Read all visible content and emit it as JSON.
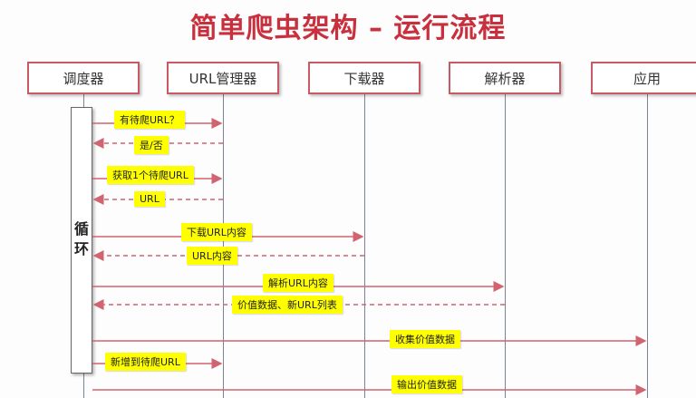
{
  "title": "简单爬虫架构 – 运行流程",
  "actors": [
    "调度器",
    "URL管理器",
    "下载器",
    "解析器",
    "应用"
  ],
  "loop_label": [
    "循",
    "环"
  ],
  "messages": [
    {
      "text": "有待爬URL？",
      "from": 0,
      "to": 1,
      "style": "solid"
    },
    {
      "text": "是/否",
      "from": 1,
      "to": 0,
      "style": "dashed"
    },
    {
      "text": "获取1个待爬URL",
      "from": 0,
      "to": 1,
      "style": "solid"
    },
    {
      "text": "URL",
      "from": 1,
      "to": 0,
      "style": "dashed"
    },
    {
      "text": "下载URL内容",
      "from": 0,
      "to": 2,
      "style": "solid"
    },
    {
      "text": "URL内容",
      "from": 2,
      "to": 0,
      "style": "dashed"
    },
    {
      "text": "解析URL内容",
      "from": 0,
      "to": 3,
      "style": "solid"
    },
    {
      "text": "价值数据、新URL列表",
      "from": 3,
      "to": 0,
      "style": "dashed"
    },
    {
      "text": "收集价值数据",
      "from": 0,
      "to": 4,
      "style": "solid"
    },
    {
      "text": "新增到待爬URL",
      "from": 0,
      "to": 1,
      "style": "solid"
    },
    {
      "text": "输出价值数据",
      "from": 0,
      "to": 4,
      "style": "solid"
    }
  ],
  "colors": {
    "title": "#c9303e",
    "arrow": "#d06470",
    "label_bg": "#ffff00"
  }
}
